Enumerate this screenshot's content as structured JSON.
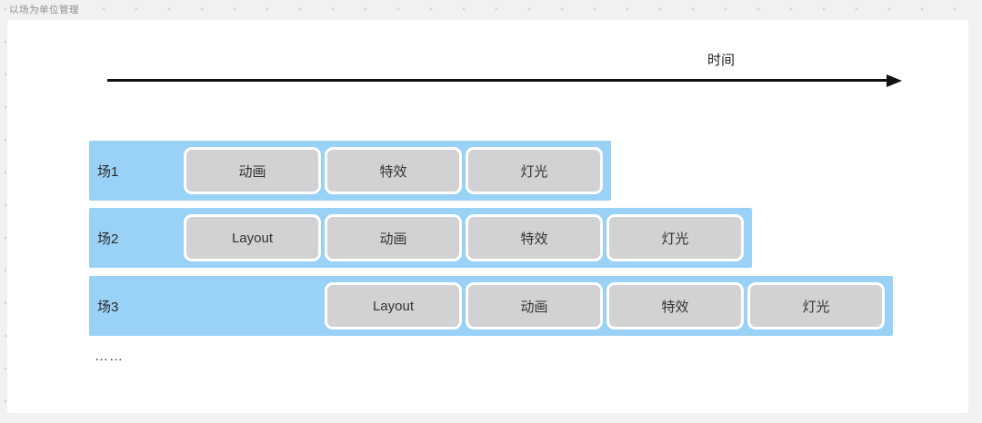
{
  "page": {
    "corner_label": "以场为单位管理",
    "ellipsis": "……"
  },
  "timeline": {
    "axis_label": "时间"
  },
  "diagram": {
    "rows": [
      {
        "label": "场1",
        "start_col": 0,
        "tasks": [
          "动画",
          "特效",
          "灯光"
        ]
      },
      {
        "label": "场2",
        "start_col": 0,
        "tasks": [
          "Layout",
          "动画",
          "特效",
          "灯光"
        ]
      },
      {
        "label": "场3",
        "start_col": 1,
        "tasks": [
          "Layout",
          "动画",
          "特效",
          "灯光"
        ]
      }
    ]
  },
  "colors": {
    "background": "#f1f1f2",
    "canvas": "#ffffff",
    "scene_bar": "#99d2f6",
    "task_block": "#d2d2d4",
    "task_border": "#ffffff",
    "arrow": "#111111"
  }
}
